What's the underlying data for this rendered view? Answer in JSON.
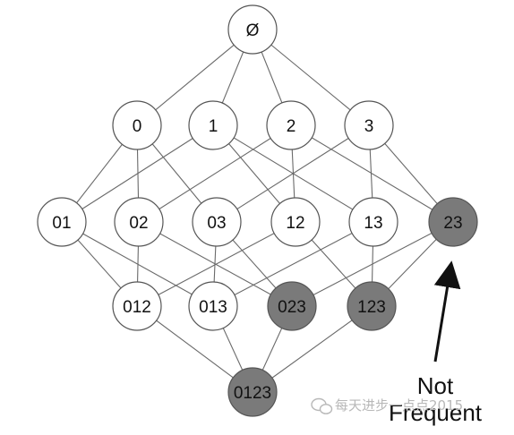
{
  "colors": {
    "background": "#ffffff",
    "node_fill": "#ffffff",
    "infrequent_fill": "#7a7a7a",
    "node_stroke": "#555555",
    "edge": "#6a6a6a",
    "text": "#111111",
    "watermark": "#b8b8b8"
  },
  "nodes": [
    {
      "id": "empty",
      "label": "Ø",
      "frequent": true
    },
    {
      "id": "0",
      "label": "0",
      "frequent": true
    },
    {
      "id": "1",
      "label": "1",
      "frequent": true
    },
    {
      "id": "2",
      "label": "2",
      "frequent": true
    },
    {
      "id": "3",
      "label": "3",
      "frequent": true
    },
    {
      "id": "01",
      "label": "01",
      "frequent": true
    },
    {
      "id": "02",
      "label": "02",
      "frequent": true
    },
    {
      "id": "03",
      "label": "03",
      "frequent": true
    },
    {
      "id": "12",
      "label": "12",
      "frequent": true
    },
    {
      "id": "13",
      "label": "13",
      "frequent": true
    },
    {
      "id": "23",
      "label": "23",
      "frequent": false
    },
    {
      "id": "012",
      "label": "012",
      "frequent": true
    },
    {
      "id": "013",
      "label": "013",
      "frequent": true
    },
    {
      "id": "023",
      "label": "023",
      "frequent": false
    },
    {
      "id": "123",
      "label": "123",
      "frequent": false
    },
    {
      "id": "0123",
      "label": "0123",
      "frequent": false
    }
  ],
  "edges": [
    [
      "empty",
      "0"
    ],
    [
      "empty",
      "1"
    ],
    [
      "empty",
      "2"
    ],
    [
      "empty",
      "3"
    ],
    [
      "0",
      "01"
    ],
    [
      "0",
      "02"
    ],
    [
      "0",
      "03"
    ],
    [
      "1",
      "01"
    ],
    [
      "1",
      "12"
    ],
    [
      "1",
      "13"
    ],
    [
      "2",
      "02"
    ],
    [
      "2",
      "12"
    ],
    [
      "2",
      "23"
    ],
    [
      "3",
      "03"
    ],
    [
      "3",
      "13"
    ],
    [
      "3",
      "23"
    ],
    [
      "01",
      "012"
    ],
    [
      "01",
      "013"
    ],
    [
      "02",
      "012"
    ],
    [
      "02",
      "023"
    ],
    [
      "03",
      "013"
    ],
    [
      "03",
      "023"
    ],
    [
      "12",
      "012"
    ],
    [
      "12",
      "123"
    ],
    [
      "13",
      "013"
    ],
    [
      "13",
      "123"
    ],
    [
      "23",
      "023"
    ],
    [
      "23",
      "123"
    ],
    [
      "012",
      "0123"
    ],
    [
      "013",
      "0123"
    ],
    [
      "023",
      "0123"
    ],
    [
      "123",
      "0123"
    ]
  ],
  "annotation": {
    "line1": "Not",
    "line2": "Frequent",
    "points_to": "23"
  },
  "watermark": {
    "text": "每天进步一点点2015",
    "icon": "wechat-icon"
  }
}
